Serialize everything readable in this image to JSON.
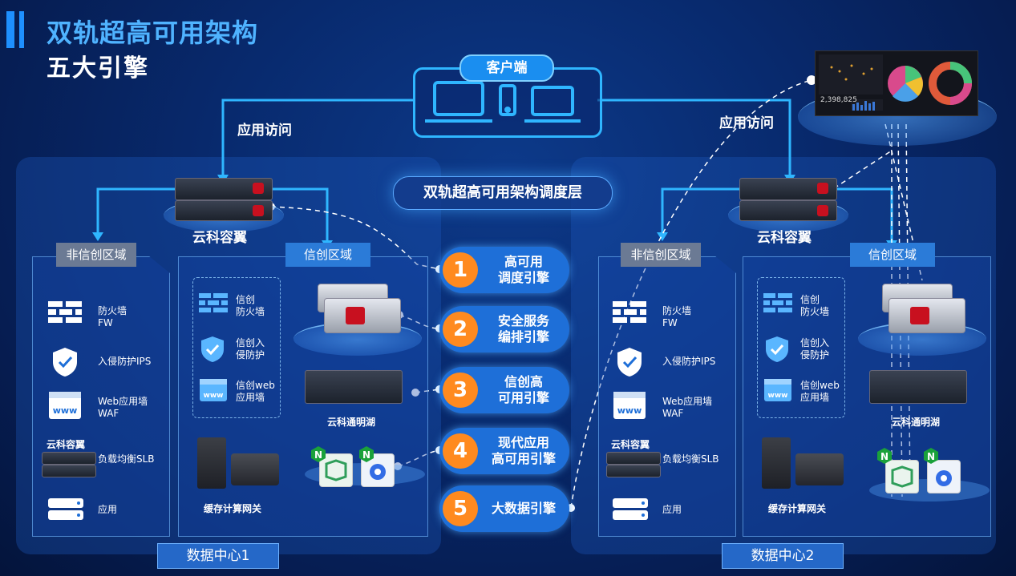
{
  "title": {
    "main": "双轨超高可用架构",
    "sub": "五大引擎"
  },
  "client": {
    "label": "客户端"
  },
  "access": {
    "left": "应用访问",
    "right": "应用访问"
  },
  "schedule_layer": "双轨超高可用架构调度层",
  "engines": [
    {
      "num": "1",
      "text": "高可用\n调度引擎"
    },
    {
      "num": "2",
      "text": "安全服务\n编排引擎"
    },
    {
      "num": "3",
      "text": "信创高\n可用引擎"
    },
    {
      "num": "4",
      "text": "现代应用\n高可用引擎"
    },
    {
      "num": "5",
      "text": "大数据引擎"
    }
  ],
  "dc1": {
    "lb_label": "云科容翼",
    "non_xc_zone": "非信创区域",
    "xc_zone": "信创区域",
    "non_xc_items": [
      "防火墙\nFW",
      "入侵防护IPS",
      "Web应用墙\nWAF",
      "负载均衡SLB",
      "应用"
    ],
    "slb_caption": "云科容翼",
    "xc_items": [
      "信创\n防火墙",
      "信创入\n侵防护",
      "信创web\n应用墙"
    ],
    "lake_label": "云科通明湖",
    "cache_label": "缓存计算网关",
    "footer": "数据中心1"
  },
  "dc2": {
    "lb_label": "云科容翼",
    "non_xc_zone": "非信创区域",
    "xc_zone": "信创区域",
    "non_xc_items": [
      "防火墙\nFW",
      "入侵防护IPS",
      "Web应用墙\nWAF",
      "负载均衡SLB",
      "应用"
    ],
    "slb_caption": "云科容翼",
    "xc_items": [
      "信创\n防火墙",
      "信创入\n侵防护",
      "信创web\n应用墙"
    ],
    "lake_label": "云科通明湖",
    "cache_label": "缓存计算网关",
    "footer": "数据中心2"
  },
  "dashboard": {
    "number": "2,398,825"
  },
  "colors": {
    "accent": "#1e90ff",
    "engine_bg": "#1e6fd8",
    "engine_num": "#ff8a1f",
    "tag_gray": "#6b7a94",
    "tag_blue": "#2b7bd8"
  }
}
